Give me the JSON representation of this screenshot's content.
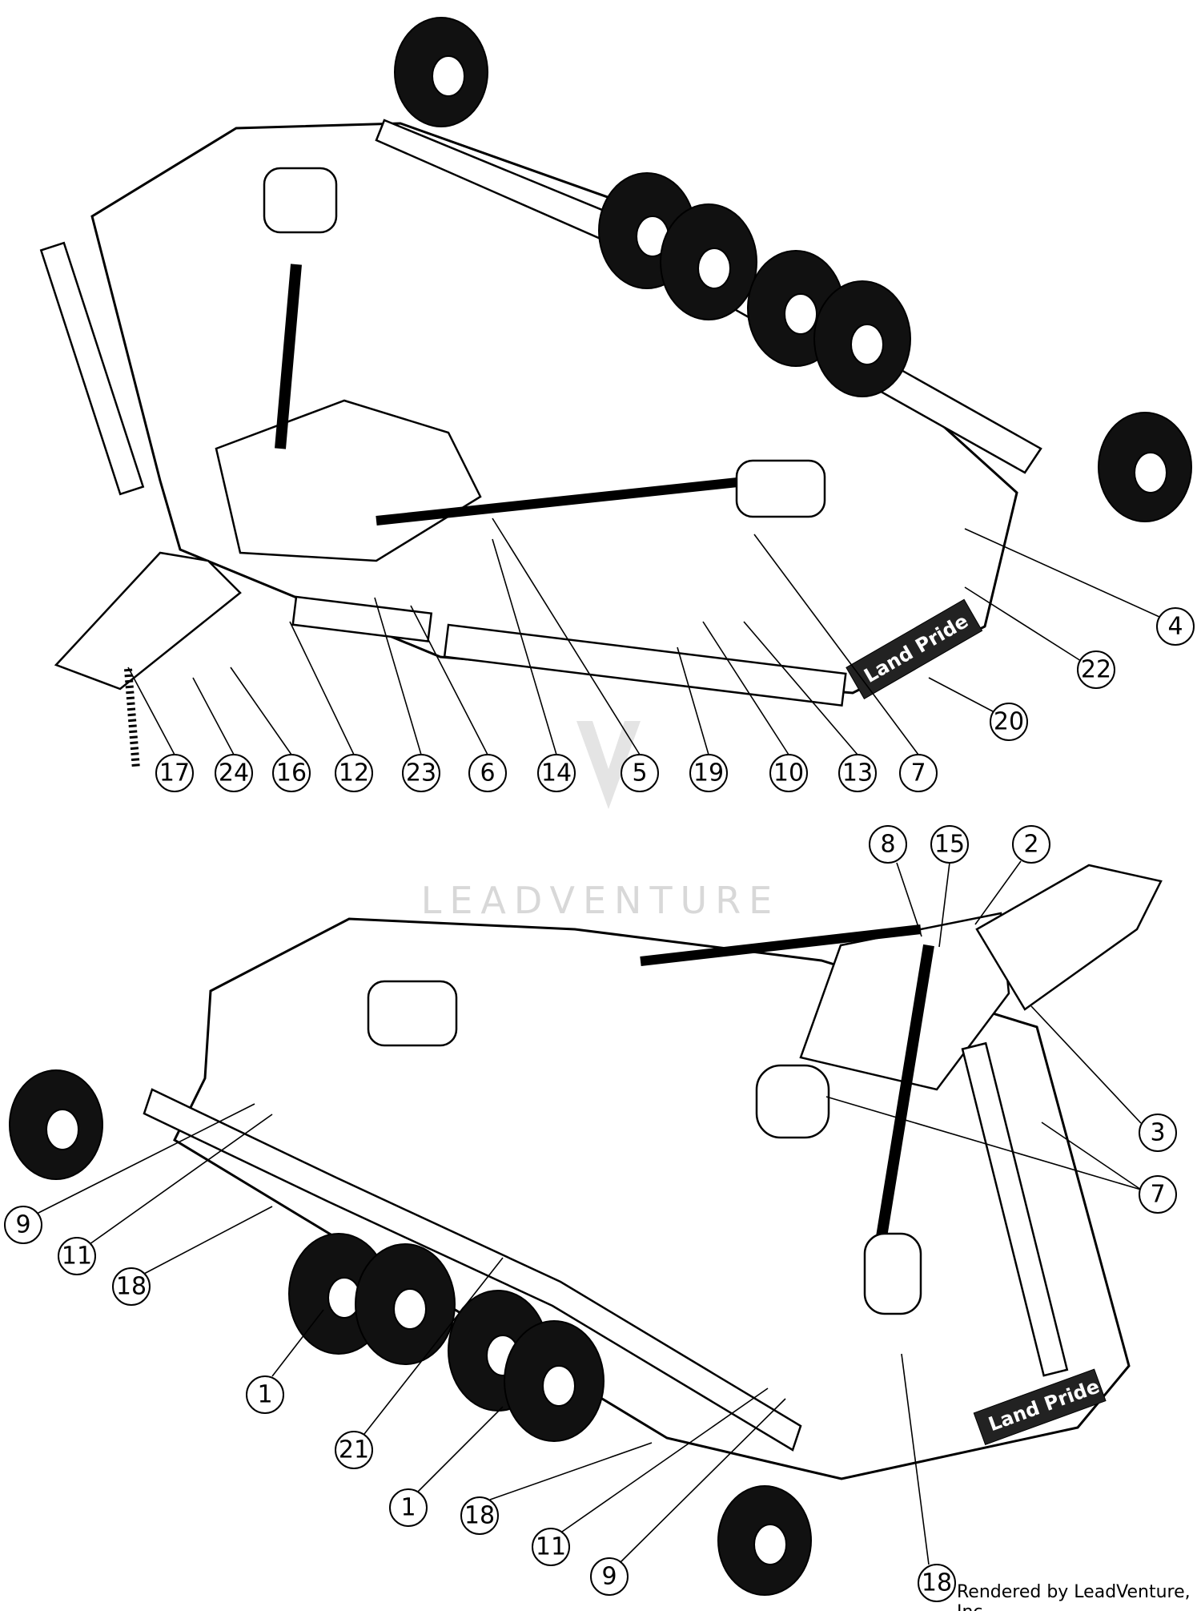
{
  "watermark": "LEADVENTURE",
  "credit": "Rendered by LeadVenture, Inc.",
  "decal_text": "Land Pride",
  "top_view_callouts": [
    "17",
    "24",
    "16",
    "12",
    "23",
    "6",
    "14",
    "5",
    "19",
    "10",
    "13",
    "7",
    "20",
    "22",
    "4"
  ],
  "bottom_view_callouts": [
    "8",
    "15",
    "2",
    "3",
    "7",
    "9",
    "11",
    "18",
    "1",
    "21",
    "1",
    "18",
    "11",
    "9",
    "18"
  ]
}
